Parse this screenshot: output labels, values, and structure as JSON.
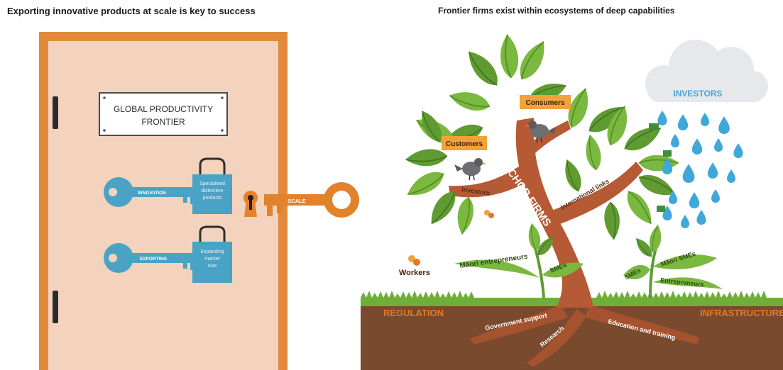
{
  "left_panel": {
    "title": "Exporting innovative products at scale is key to success",
    "sign_line1": "GLOBAL PRODUCTIVITY",
    "sign_line2": "FRONTIER",
    "keys": [
      {
        "label": "INNOVATION",
        "padlock_line1": "Specialised",
        "padlock_line2": "distinctive",
        "padlock_line3": "products"
      },
      {
        "label": "EXPORTING",
        "padlock_line1": "Expanding",
        "padlock_line2": "market",
        "padlock_line3": "size"
      }
    ],
    "master_key_label": "SCALE"
  },
  "right_panel": {
    "title": "Frontier firms exist within ecosystems of deep capabilities",
    "trunk_label": "ANCHOR FIRMS",
    "branch_labels": {
      "left": "Investors",
      "right": "International links"
    },
    "bird_tags": {
      "customers": "Customers",
      "consumers": "Consumers"
    },
    "cloud_label": "INVESTORS",
    "workers_label": "Workers",
    "left_sapling": {
      "leaf1": "Māori entrepreneurs",
      "leaf2": "SMEs"
    },
    "right_sapling": {
      "leaf1": "Māori SMEs",
      "leaf2": "SMEs",
      "leaf3": "Entrepreneurs"
    },
    "ground_labels": {
      "left": "REGULATION",
      "right": "INFRASTRUCTURE"
    },
    "root_labels": {
      "r1": "Government support",
      "r2": "Research",
      "r3": "Education and training"
    }
  },
  "colors": {
    "door": "#f3d3bd",
    "frame": "#e08a3a",
    "key_blue": "#4aa3c4",
    "master_key": "#e3822c",
    "trunk": "#b55a34",
    "leaf_green": "#7ab83f",
    "soil": "#7a4a2e",
    "grass": "#6fae39",
    "cloud": "#e6e8eb",
    "rain": "#3fa8d8"
  }
}
